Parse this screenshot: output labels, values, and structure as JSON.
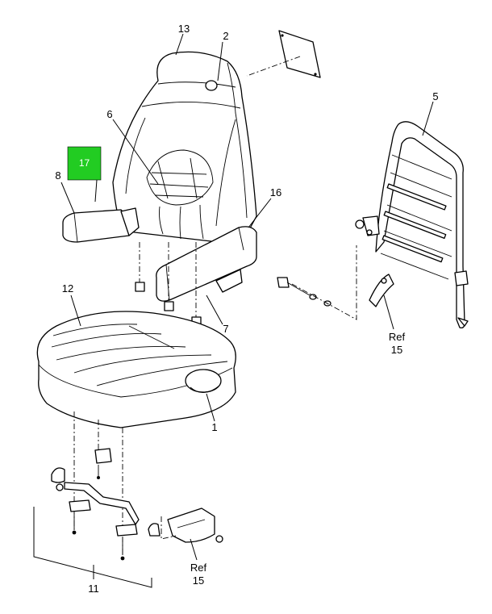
{
  "callouts": {
    "c13": "13",
    "c2": "2",
    "c5": "5",
    "c6": "6",
    "c17": "17",
    "c8": "8",
    "c16": "16",
    "c12": "12",
    "c7": "7",
    "c1": "1",
    "c11": "11",
    "ref_right_word": "Ref",
    "ref_right_num": "15",
    "ref_bottom_word": "Ref",
    "ref_bottom_num": "15"
  },
  "colors": {
    "highlight_fill": "#22cc22",
    "highlight_text": "#ffffff",
    "line": "#000000",
    "background": "#ffffff"
  }
}
